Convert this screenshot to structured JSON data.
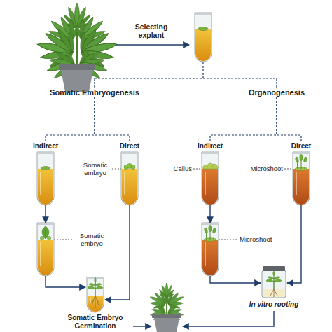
{
  "diagram": {
    "nodes": [
      {
        "text": [
          "Somatic Embryogenesis"
        ]
      },
      {
        "text": [
          "Organogenesis"
        ]
      },
      {
        "text": [
          "Indirect"
        ]
      },
      {
        "text": [
          "Direct",
          "Somatic embryo"
        ]
      },
      {
        "text": [
          "Indirect",
          "Callus"
        ]
      },
      {
        "text": [
          "Direct",
          "Microshoot"
        ]
      },
      {
        "text": [
          "Somatic embryo"
        ]
      },
      {
        "text": [
          "Microshoot"
        ]
      },
      {
        "text": [
          "Somatic Embryo Germination"
        ]
      },
      {
        "text": [
          "In vitro rooting"
        ]
      }
    ],
    "edges": [
      {
        "from": 0,
        "to": 2,
        "arrow": "none"
      },
      {
        "from": 0,
        "to": 3,
        "arrow": "none"
      },
      {
        "from": 1,
        "to": 4,
        "arrow": "none"
      },
      {
        "from": 1,
        "to": 5,
        "arrow": "none"
      },
      {
        "from": 2,
        "to": 6,
        "arrow": "to"
      },
      {
        "from": 4,
        "to": 7,
        "arrow": "to"
      },
      {
        "from": 6,
        "to": 8,
        "arrow": "to"
      },
      {
        "from": 3,
        "to": 8,
        "arrow": "to"
      },
      {
        "from": 7,
        "to": 9,
        "arrow": "to"
      },
      {
        "from": 5,
        "to": 9,
        "arrow": "to"
      }
    ],
    "labels": [
      "Selecting explant"
    ]
  }
}
